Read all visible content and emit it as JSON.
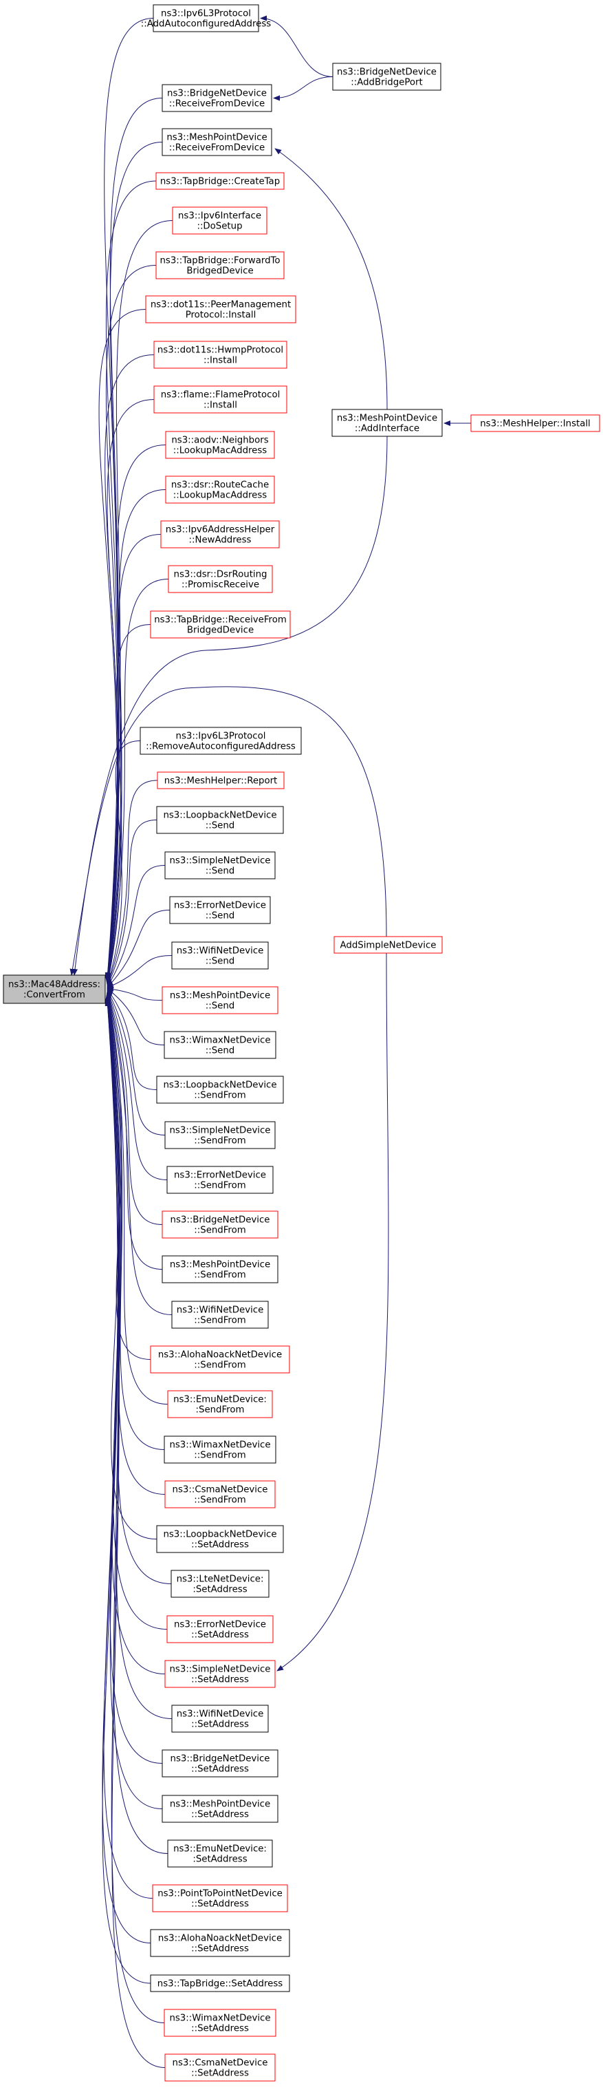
{
  "colors": {
    "edge": "#191970",
    "border_normal": "#000000",
    "border_link": "#ff0000",
    "fill_root": "#bfbfbf",
    "fill_node": "#ffffff"
  },
  "root": {
    "lines": [
      "ns3::Mac48Address:",
      ":ConvertFrom"
    ]
  },
  "callers": [
    {
      "id": "c0",
      "lines": [
        "ns3::Ipv6L3Protocol",
        "::AddAutoconfiguredAddress"
      ],
      "border": "black"
    },
    {
      "id": "c1",
      "lines": [
        "ns3::BridgeNetDevice",
        "::ReceiveFromDevice"
      ],
      "border": "black"
    },
    {
      "id": "c2",
      "lines": [
        "ns3::MeshPointDevice",
        "::ReceiveFromDevice"
      ],
      "border": "black"
    },
    {
      "id": "c3",
      "lines": [
        "ns3::TapBridge::CreateTap"
      ],
      "border": "red"
    },
    {
      "id": "c4",
      "lines": [
        "ns3::Ipv6Interface",
        "::DoSetup"
      ],
      "border": "red"
    },
    {
      "id": "c5",
      "lines": [
        "ns3::TapBridge::ForwardTo",
        "BridgedDevice"
      ],
      "border": "red"
    },
    {
      "id": "c6",
      "lines": [
        "ns3::dot11s::PeerManagement",
        "Protocol::Install"
      ],
      "border": "red"
    },
    {
      "id": "c7",
      "lines": [
        "ns3::dot11s::HwmpProtocol",
        "::Install"
      ],
      "border": "red"
    },
    {
      "id": "c8",
      "lines": [
        "ns3::flame::FlameProtocol",
        "::Install"
      ],
      "border": "red"
    },
    {
      "id": "c9",
      "lines": [
        "ns3::aodv::Neighbors",
        "::LookupMacAddress"
      ],
      "border": "red"
    },
    {
      "id": "c10",
      "lines": [
        "ns3::dsr::RouteCache",
        "::LookupMacAddress"
      ],
      "border": "red"
    },
    {
      "id": "c11",
      "lines": [
        "ns3::Ipv6AddressHelper",
        "::NewAddress"
      ],
      "border": "red"
    },
    {
      "id": "c12",
      "lines": [
        "ns3::dsr::DsrRouting",
        "::PromiscReceive"
      ],
      "border": "red"
    },
    {
      "id": "c13",
      "lines": [
        "ns3::TapBridge::ReceiveFrom",
        "BridgedDevice"
      ],
      "border": "red"
    },
    {
      "id": "c14",
      "lines": [
        "ns3::Ipv6L3Protocol",
        "::RemoveAutoconfiguredAddress"
      ],
      "border": "black"
    },
    {
      "id": "c15",
      "lines": [
        "ns3::MeshHelper::Report"
      ],
      "border": "red"
    },
    {
      "id": "c16",
      "lines": [
        "ns3::LoopbackNetDevice",
        "::Send"
      ],
      "border": "black"
    },
    {
      "id": "c17",
      "lines": [
        "ns3::SimpleNetDevice",
        "::Send"
      ],
      "border": "black"
    },
    {
      "id": "c18",
      "lines": [
        "ns3::ErrorNetDevice",
        "::Send"
      ],
      "border": "black"
    },
    {
      "id": "c19",
      "lines": [
        "ns3::WifiNetDevice",
        "::Send"
      ],
      "border": "black"
    },
    {
      "id": "c20",
      "lines": [
        "ns3::MeshPointDevice",
        "::Send"
      ],
      "border": "red"
    },
    {
      "id": "c21",
      "lines": [
        "ns3::WimaxNetDevice",
        "::Send"
      ],
      "border": "black"
    },
    {
      "id": "c22",
      "lines": [
        "ns3::LoopbackNetDevice",
        "::SendFrom"
      ],
      "border": "black"
    },
    {
      "id": "c23",
      "lines": [
        "ns3::SimpleNetDevice",
        "::SendFrom"
      ],
      "border": "black"
    },
    {
      "id": "c24",
      "lines": [
        "ns3::ErrorNetDevice",
        "::SendFrom"
      ],
      "border": "black"
    },
    {
      "id": "c25",
      "lines": [
        "ns3::BridgeNetDevice",
        "::SendFrom"
      ],
      "border": "red"
    },
    {
      "id": "c26",
      "lines": [
        "ns3::MeshPointDevice",
        "::SendFrom"
      ],
      "border": "black"
    },
    {
      "id": "c27",
      "lines": [
        "ns3::WifiNetDevice",
        "::SendFrom"
      ],
      "border": "black"
    },
    {
      "id": "c28",
      "lines": [
        "ns3::AlohaNoackNetDevice",
        "::SendFrom"
      ],
      "border": "red"
    },
    {
      "id": "c29",
      "lines": [
        "ns3::EmuNetDevice:",
        ":SendFrom"
      ],
      "border": "red"
    },
    {
      "id": "c30",
      "lines": [
        "ns3::WimaxNetDevice",
        "::SendFrom"
      ],
      "border": "black"
    },
    {
      "id": "c31",
      "lines": [
        "ns3::CsmaNetDevice",
        "::SendFrom"
      ],
      "border": "red"
    },
    {
      "id": "c32",
      "lines": [
        "ns3::LoopbackNetDevice",
        "::SetAddress"
      ],
      "border": "black"
    },
    {
      "id": "c33",
      "lines": [
        "ns3::LteNetDevice:",
        ":SetAddress"
      ],
      "border": "black"
    },
    {
      "id": "c34",
      "lines": [
        "ns3::ErrorNetDevice",
        "::SetAddress"
      ],
      "border": "red"
    },
    {
      "id": "c35",
      "lines": [
        "ns3::SimpleNetDevice",
        "::SetAddress"
      ],
      "border": "red"
    },
    {
      "id": "c36",
      "lines": [
        "ns3::WifiNetDevice",
        "::SetAddress"
      ],
      "border": "black"
    },
    {
      "id": "c37",
      "lines": [
        "ns3::BridgeNetDevice",
        "::SetAddress"
      ],
      "border": "black"
    },
    {
      "id": "c38",
      "lines": [
        "ns3::MeshPointDevice",
        "::SetAddress"
      ],
      "border": "black"
    },
    {
      "id": "c39",
      "lines": [
        "ns3::EmuNetDevice:",
        ":SetAddress"
      ],
      "border": "black"
    },
    {
      "id": "c40",
      "lines": [
        "ns3::PointToPointNetDevice",
        "::SetAddress"
      ],
      "border": "red"
    },
    {
      "id": "c41",
      "lines": [
        "ns3::AlohaNoackNetDevice",
        "::SetAddress"
      ],
      "border": "black"
    },
    {
      "id": "c42",
      "lines": [
        "ns3::TapBridge::SetAddress"
      ],
      "border": "black"
    },
    {
      "id": "c43",
      "lines": [
        "ns3::WimaxNetDevice",
        "::SetAddress"
      ],
      "border": "red"
    },
    {
      "id": "c44",
      "lines": [
        "ns3::CsmaNetDevice",
        "::SetAddress"
      ],
      "border": "red"
    }
  ],
  "secondary": [
    {
      "id": "s0",
      "lines": [
        "ns3::BridgeNetDevice",
        "::AddBridgePort"
      ],
      "border": "black"
    },
    {
      "id": "s1",
      "lines": [
        "ns3::MeshPointDevice",
        "::AddInterface"
      ],
      "border": "black"
    },
    {
      "id": "s2",
      "lines": [
        "AddSimpleNetDevice"
      ],
      "border": "red"
    },
    {
      "id": "s3",
      "lines": [
        "ns3::MeshHelper::Install"
      ],
      "border": "red"
    }
  ],
  "extra_edges": [
    {
      "from": "s0",
      "to": "c0"
    },
    {
      "from": "s0",
      "to": "c1"
    },
    {
      "from": "s1",
      "to": "c2"
    },
    {
      "from": "s1",
      "to": "root"
    },
    {
      "from": "s2",
      "to": "c35"
    },
    {
      "from": "s2",
      "to": "root"
    },
    {
      "from": "s3",
      "to": "s1"
    }
  ]
}
